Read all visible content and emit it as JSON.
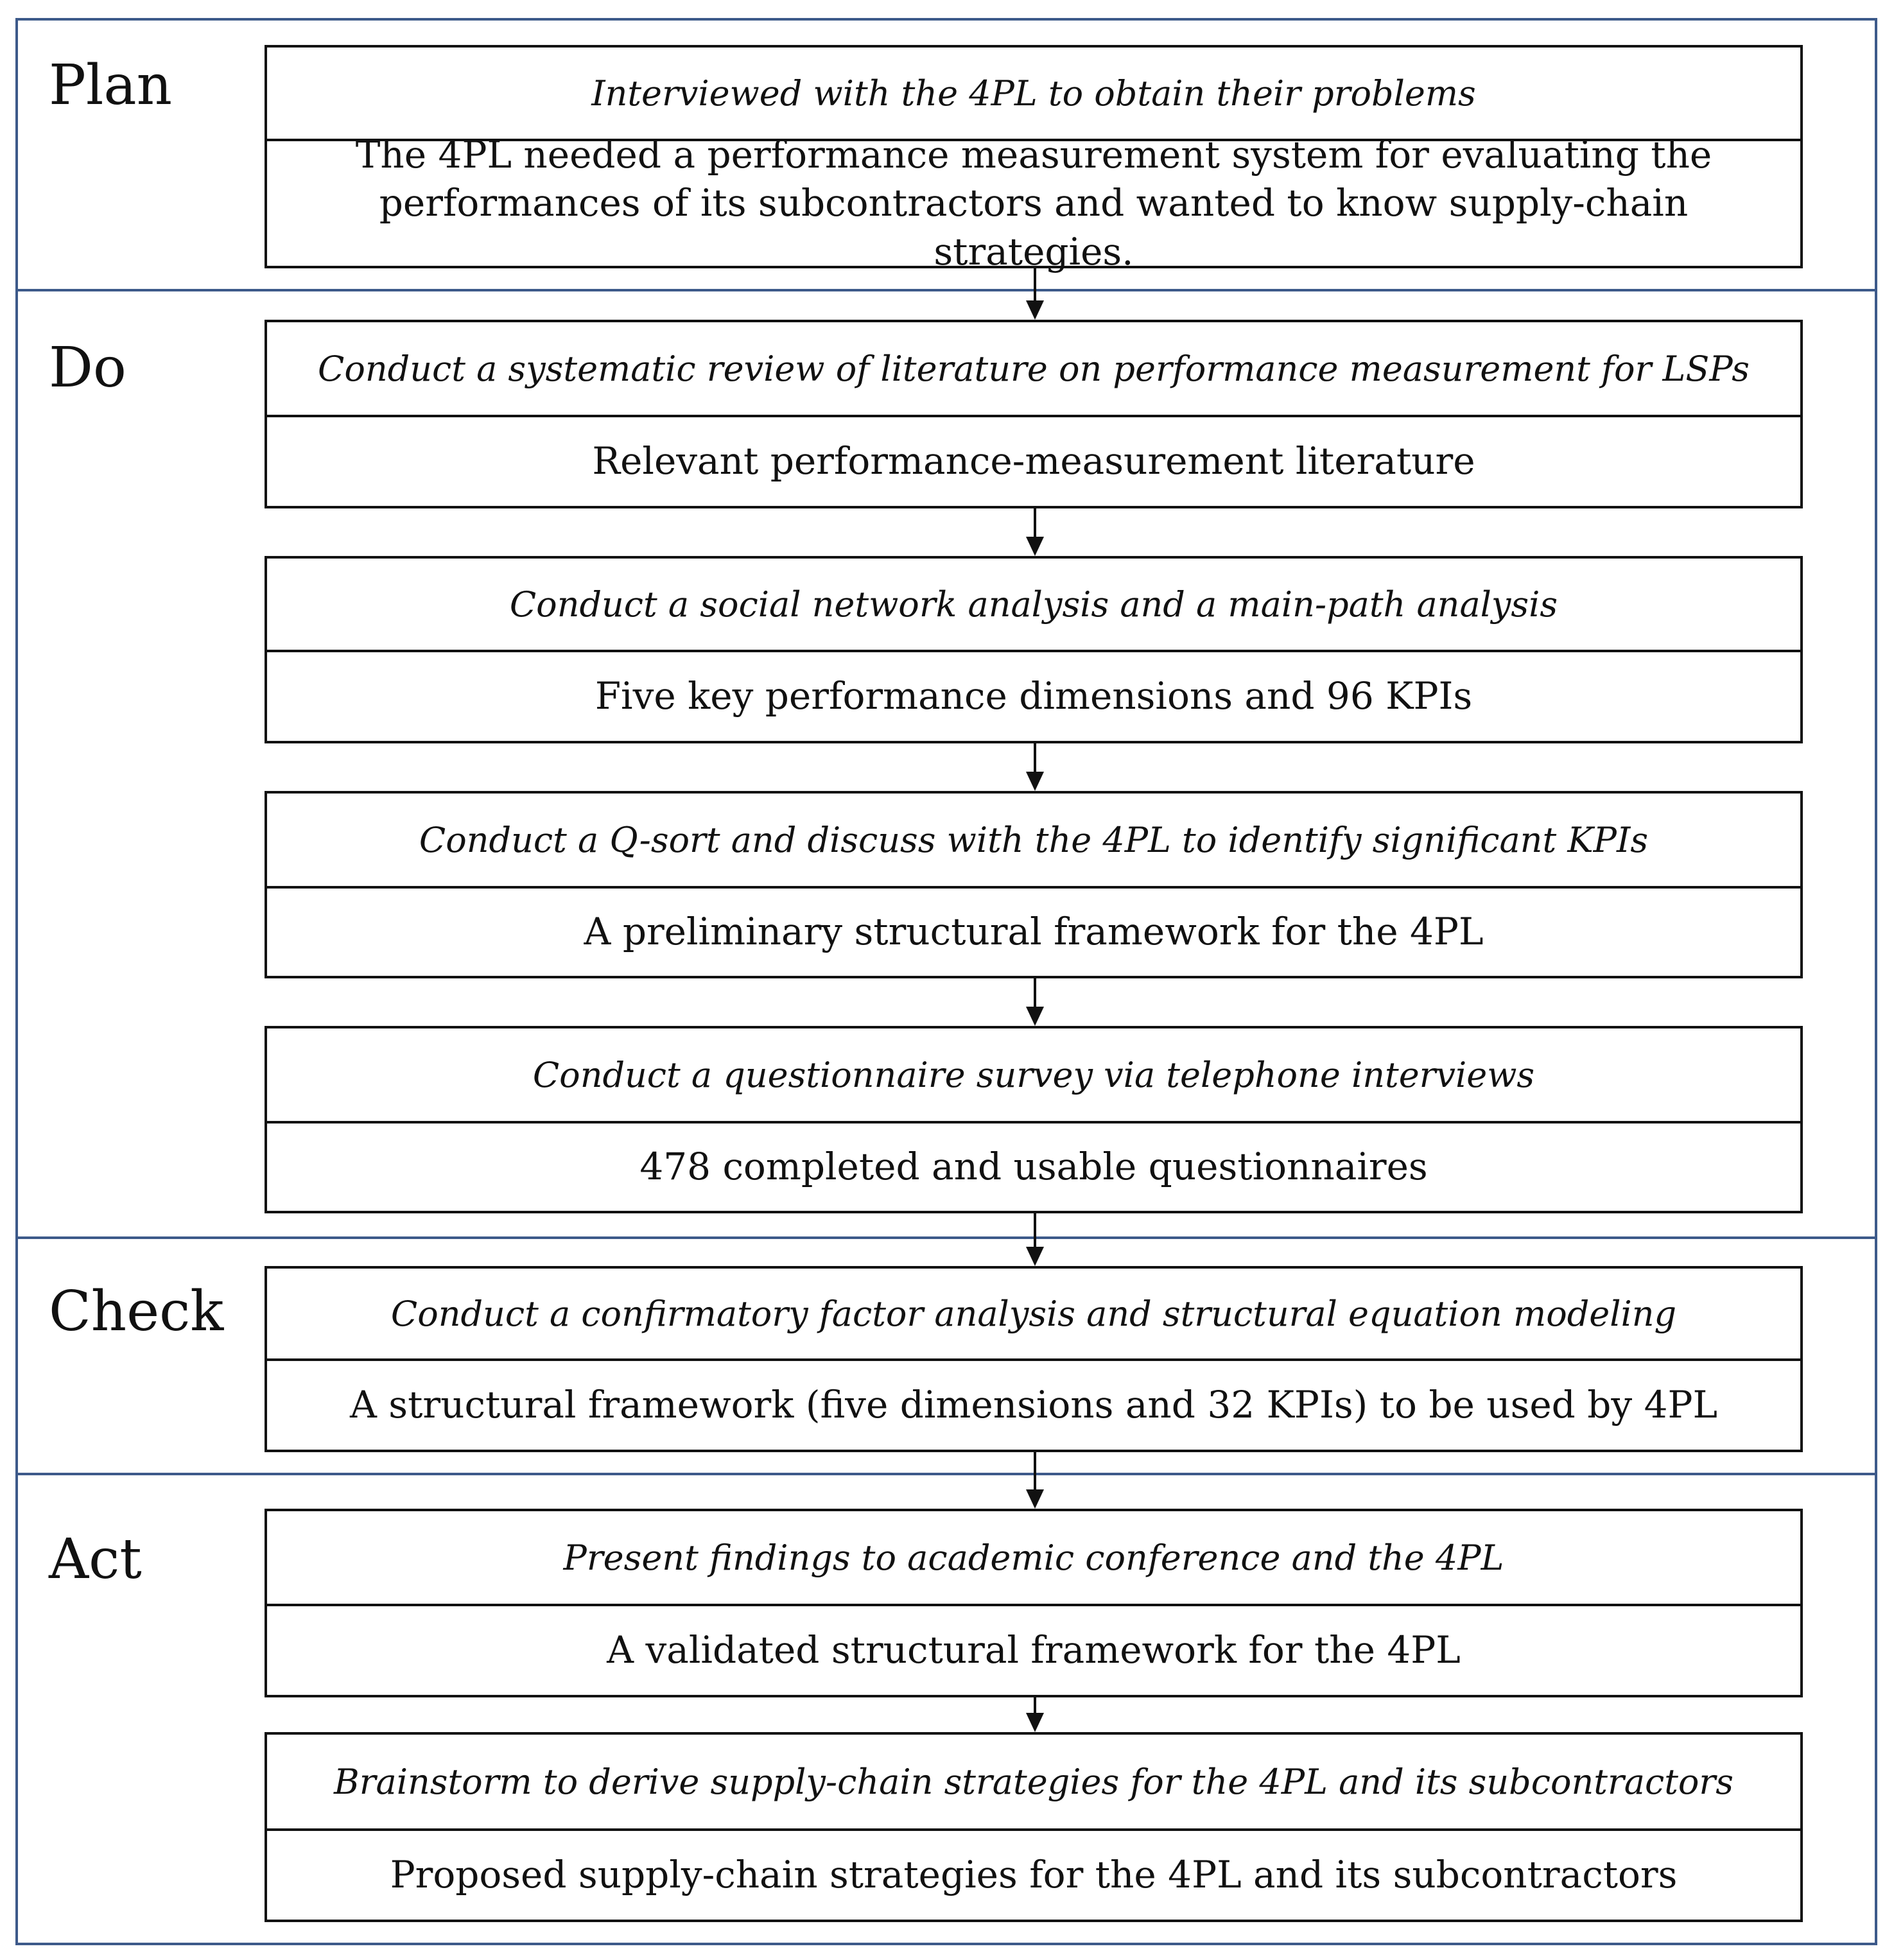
{
  "phases": {
    "plan": "Plan",
    "do": "Do",
    "check": "Check",
    "act": "Act"
  },
  "steps": [
    {
      "action": "Interviewed with the 4PL to obtain their problems",
      "result": "The 4PL needed a performance measurement system for evaluating the performances of its subcontractors and wanted to know supply-chain strategies."
    },
    {
      "action": "Conduct a systematic review of literature on performance measurement for LSPs",
      "result": "Relevant performance-measurement literature"
    },
    {
      "action": "Conduct a social network analysis and a main-path analysis",
      "result": "Five key performance dimensions and 96 KPIs"
    },
    {
      "action": "Conduct a Q-sort and discuss with the 4PL to identify significant KPIs",
      "result": "A preliminary structural framework for the 4PL"
    },
    {
      "action": "Conduct a questionnaire survey via telephone interviews",
      "result": "478 completed and usable questionnaires"
    },
    {
      "action": "Conduct a confirmatory factor analysis and structural equation modeling",
      "result": "A structural framework (five dimensions and 32 KPIs) to be used by 4PL"
    },
    {
      "action": "Present findings to academic conference and the 4PL",
      "result": "A validated structural framework for the 4PL"
    },
    {
      "action": "Brainstorm to derive supply-chain strategies for the 4PL and its subcontractors",
      "result": "Proposed supply-chain strategies for the 4PL and its subcontractors"
    }
  ]
}
